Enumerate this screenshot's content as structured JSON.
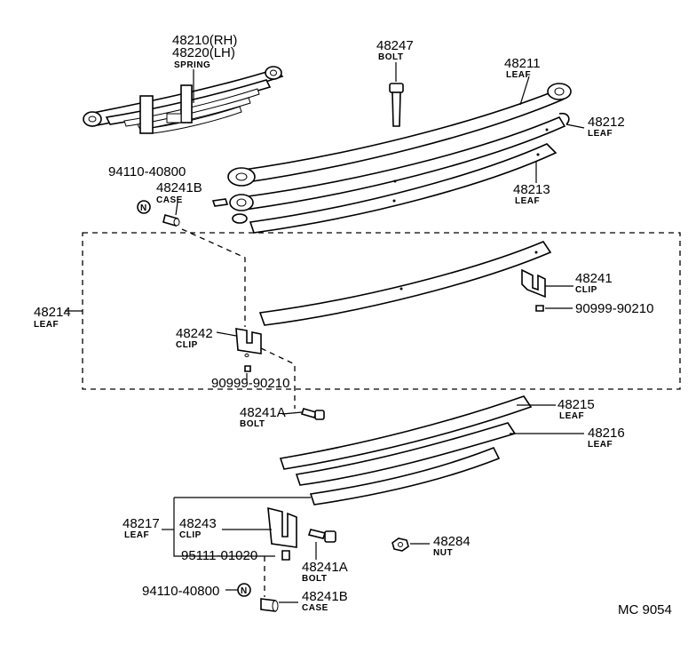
{
  "labels": {
    "spring_rh": "48210(RH)",
    "spring_lh": "48220(LH)",
    "spring_word": "SPRING",
    "bolt_48247": "48247",
    "bolt_word_1": "BOLT",
    "leaf_48211": "48211",
    "leaf_word_1": "LEAF",
    "leaf_48212": "48212",
    "leaf_word_2": "LEAF",
    "leaf_48213": "48213",
    "leaf_word_3": "LEAF",
    "n_94110_top": "94110-40800",
    "case_48241b_top": "48241B",
    "case_word_top": "CASE",
    "leaf_48214": "48214",
    "leaf_word_4": "LEAF",
    "clip_48241": "48241",
    "clip_word_1": "CLIP",
    "p_90999_right": "90999-90210",
    "clip_48242": "48242",
    "clip_word_2": "CLIP",
    "p_90999_left": "90999-90210",
    "bolt_48241a_top": "48241A",
    "bolt_word_2": "BOLT",
    "leaf_48215": "48215",
    "leaf_word_5": "LEAF",
    "leaf_48216": "48216",
    "leaf_word_6": "LEAF",
    "leaf_48217": "48217",
    "leaf_word_7": "LEAF",
    "clip_48243": "48243",
    "clip_word_3": "CLIP",
    "p_95111": "95111-01020",
    "bolt_48241a_bot": "48241A",
    "bolt_word_3": "BOLT",
    "nut_48284": "48284",
    "nut_word": "NUT",
    "n_94110_bot": "94110-40800",
    "case_48241b_bot": "48241B",
    "case_word_bot": "CASE",
    "n_mark": "N",
    "figure_code": "MC  9054"
  }
}
